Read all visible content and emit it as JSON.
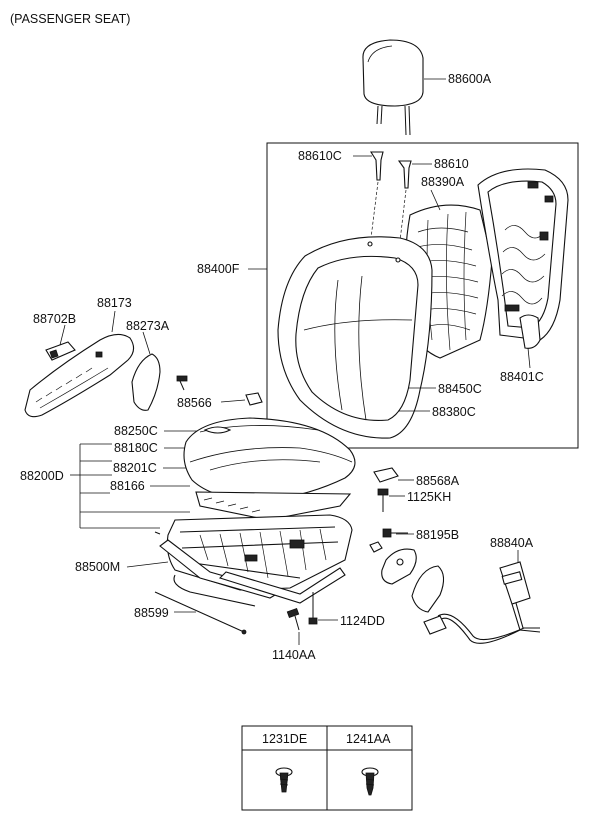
{
  "title": "(PASSENGER SEAT)",
  "part_labels": {
    "headrest": "88600A",
    "guide_left": "88610C",
    "guide_right": "88610",
    "back_pad": "88390A",
    "back_assy": "88400F",
    "back_frame_cover": "88401C",
    "back_cover": "88450C",
    "back_pad_cover": "88380C",
    "side_cover": "88173",
    "knob": "88702B",
    "cover_inner": "88273A",
    "clip": "88566",
    "cushion_cover": "88250C",
    "cushion_pad": "88180C",
    "cushion_assy": "88200D",
    "cushion_pad_2": "88201C",
    "cushion_frame": "88166",
    "track_assy": "88500M",
    "wire": "88599",
    "bolt_1140": "1140AA",
    "bolt_1124": "1124DD",
    "cover_568": "88568A",
    "bolt_1125": "1125KH",
    "bolt_195": "88195B",
    "buckle": "88840A"
  },
  "fastener_table": {
    "col1": "1231DE",
    "col2": "1241AA"
  }
}
